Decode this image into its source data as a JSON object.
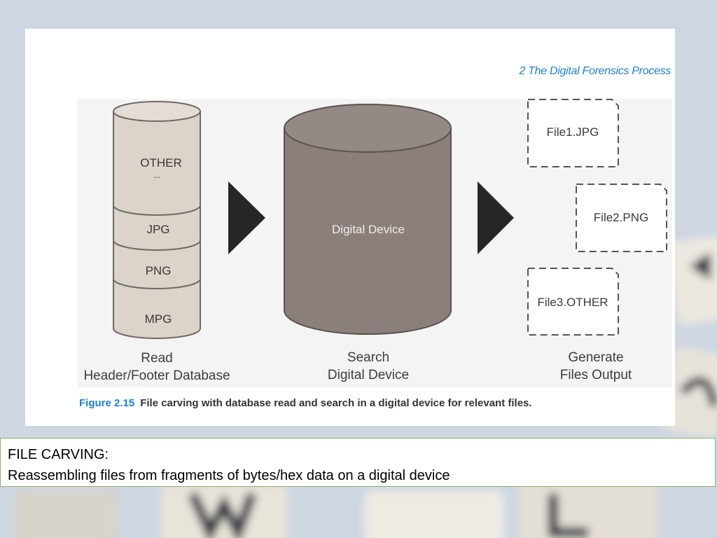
{
  "slide": {
    "chapter_header": "2 The Digital Forensics Process",
    "figure": {
      "number": "Figure 2.15",
      "caption": "File carving with database read and search in a digital device for relevant files."
    },
    "database": {
      "segments": [
        "OTHER",
        "...",
        "JPG",
        "PNG",
        "MPG"
      ],
      "label_line1": "Read",
      "label_line2": "Header/Footer Database"
    },
    "device": {
      "name": "Digital Device",
      "label_line1": "Search",
      "label_line2": "Digital Device"
    },
    "outputs": {
      "files": [
        "File1.JPG",
        "File2.PNG",
        "File3.OTHER"
      ],
      "label_line1": "Generate",
      "label_line2": "Files Output"
    },
    "caption_box": {
      "title": "FILE CARVING:",
      "text": "Reassembling files from fragments of bytes/hex data on a digital device"
    }
  },
  "colors": {
    "database_fill": "#dcd3ca",
    "device_fill": "#8a7f7b",
    "arrow": "#262626",
    "accent_blue": "#1e7fd0",
    "caption_border": "#8fae6d"
  }
}
